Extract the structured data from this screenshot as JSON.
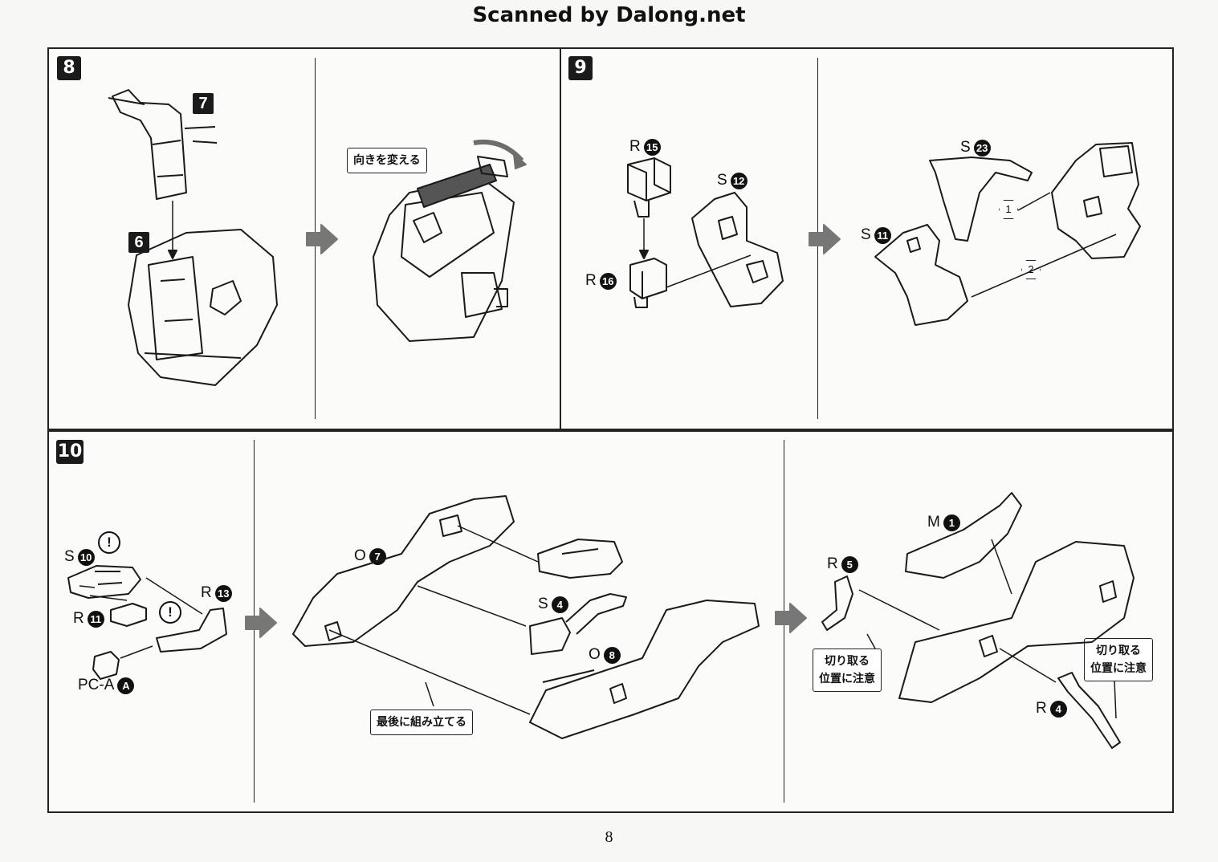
{
  "header": {
    "title": "Scanned by Dalong.net"
  },
  "page_number": "8",
  "steps": {
    "step8": {
      "badge": "8",
      "parts": {
        "part_7": "7",
        "part_6": "6"
      },
      "callout": "向きを変える"
    },
    "step9": {
      "badge": "9",
      "parts": {
        "r15": {
          "letter": "R",
          "num": "15"
        },
        "s12": {
          "letter": "S",
          "num": "12"
        },
        "r16": {
          "letter": "R",
          "num": "16"
        },
        "s23": {
          "letter": "S",
          "num": "23"
        },
        "s11": {
          "letter": "S",
          "num": "11"
        }
      },
      "sequence": [
        "1",
        "2"
      ]
    },
    "step10": {
      "badge": "10",
      "parts": {
        "s10": {
          "letter": "S",
          "num": "10"
        },
        "r13": {
          "letter": "R",
          "num": "13"
        },
        "r11": {
          "letter": "R",
          "num": "11"
        },
        "pca": {
          "letter": "PC-A",
          "num": "A"
        },
        "o7": {
          "letter": "O",
          "num": "7"
        },
        "s4": {
          "letter": "S",
          "num": "4"
        },
        "o8": {
          "letter": "O",
          "num": "8"
        },
        "m1": {
          "letter": "M",
          "num": "1"
        },
        "r5": {
          "letter": "R",
          "num": "5"
        },
        "r4": {
          "letter": "R",
          "num": "4"
        }
      },
      "warning_symbol": "!",
      "callout_last": "最後に組み立てる",
      "callout_cut_left": [
        "切り取る",
        "位置に注意"
      ],
      "callout_cut_right": [
        "切り取る",
        "位置に注意"
      ]
    }
  },
  "colors": {
    "ink": "#111111",
    "paper": "#fbfbfa",
    "arrow": "#7a7a7a"
  }
}
